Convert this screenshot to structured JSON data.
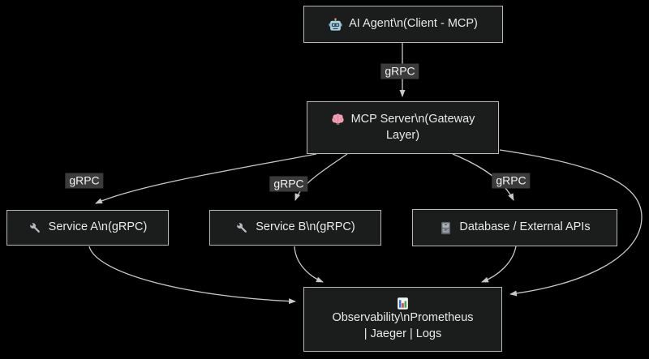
{
  "diagram": {
    "type": "flowchart",
    "direction": "top-down",
    "colors": {
      "background": "#000000",
      "node_fill": "#1b1c1c",
      "node_border": "#b9b9b9",
      "node_text": "#e9e9e9",
      "edge_stroke": "#c9c9c9",
      "edge_label_bg": "#3b3b3b",
      "edge_label_text": "#f2f2f2"
    },
    "nodes": {
      "ai_agent": {
        "icon": "robot-icon",
        "lines": [
          "AI Agent\\n(Client - MCP)"
        ]
      },
      "mcp_server": {
        "icon": "brain-icon",
        "lines": [
          "MCP Server\\n(Gateway",
          "Layer)"
        ]
      },
      "service_a": {
        "icon": "wrench-icon",
        "lines": [
          "Service A\\n(gRPC)"
        ]
      },
      "service_b": {
        "icon": "wrench-icon",
        "lines": [
          "Service B\\n(gRPC)"
        ]
      },
      "database": {
        "icon": "file-cabinet-icon",
        "lines": [
          "Database / External APIs"
        ]
      },
      "observability": {
        "icon": "bar-chart-icon",
        "lines": [
          "Observability\\nPrometheus",
          "| Jaeger | Logs"
        ]
      }
    },
    "edges": [
      {
        "from": "ai_agent",
        "to": "mcp_server",
        "label": "gRPC"
      },
      {
        "from": "mcp_server",
        "to": "service_a",
        "label": "gRPC"
      },
      {
        "from": "mcp_server",
        "to": "service_b",
        "label": "gRPC"
      },
      {
        "from": "mcp_server",
        "to": "database",
        "label": "gRPC"
      },
      {
        "from": "mcp_server",
        "to": "observability",
        "label": ""
      },
      {
        "from": "service_a",
        "to": "observability",
        "label": ""
      },
      {
        "from": "service_b",
        "to": "observability",
        "label": ""
      },
      {
        "from": "database",
        "to": "observability",
        "label": ""
      }
    ]
  }
}
